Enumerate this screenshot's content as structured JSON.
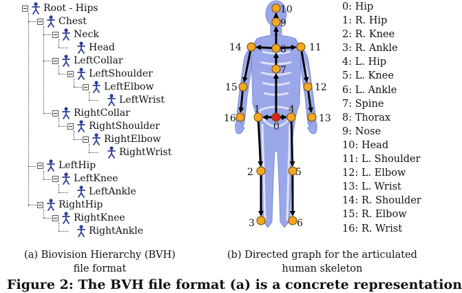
{
  "tree": [
    {
      "id": "root",
      "label": "Root - Hips",
      "level": 0,
      "box": true
    },
    {
      "id": "chest",
      "label": "Chest",
      "level": 1,
      "box": true
    },
    {
      "id": "neck",
      "label": "Neck",
      "level": 2,
      "box": true
    },
    {
      "id": "head",
      "label": "Head",
      "level": 3,
      "box": false
    },
    {
      "id": "leftcollar",
      "label": "LeftCollar",
      "level": 2,
      "box": true
    },
    {
      "id": "leftshoulder",
      "label": "LeftShoulder",
      "level": 3,
      "box": true
    },
    {
      "id": "leftelbow",
      "label": "LeftElbow",
      "level": 4,
      "box": true
    },
    {
      "id": "leftwrist",
      "label": "LeftWrist",
      "level": 5,
      "box": false
    },
    {
      "id": "rightcollar",
      "label": "RightCollar",
      "level": 2,
      "box": true
    },
    {
      "id": "rightshoulder",
      "label": "RightShoulder",
      "level": 3,
      "box": true
    },
    {
      "id": "rightelbow",
      "label": "RightElbow",
      "level": 4,
      "box": true
    },
    {
      "id": "rightwrist",
      "label": "RightWrist",
      "level": 5,
      "box": false
    },
    {
      "id": "lefthip",
      "label": "LeftHip",
      "level": 1,
      "box": true
    },
    {
      "id": "leftknee",
      "label": "LeftKnee",
      "level": 2,
      "box": true
    },
    {
      "id": "leftankle",
      "label": "LeftAnkle",
      "level": 3,
      "box": false
    },
    {
      "id": "righthip",
      "label": "RightHip",
      "level": 1,
      "box": true
    },
    {
      "id": "rightknee",
      "label": "RightKnee",
      "level": 2,
      "box": true
    },
    {
      "id": "rightankle",
      "label": "RightAnkle",
      "level": 3,
      "box": false
    }
  ],
  "joints": [
    "0: Hip",
    "1: R. Hip",
    "2: R. Knee",
    "3: R. Ankle",
    "4: L. Hip",
    "5: L. Knee",
    "6: L. Ankle",
    "7: Spine",
    "8: Thorax",
    "9: Nose",
    "10: Head",
    "11: L. Shoulder",
    "12: L. Elbow",
    "13: L. Wrist",
    "14: R. Shoulder",
    "15: R. Elbow",
    "16: R. Wrist"
  ],
  "skeleton_labels": {
    "0": "0",
    "1": "1",
    "2": "2",
    "3": "3",
    "4": "4",
    "5": "5",
    "6": "6",
    "7": "7",
    "8": "8",
    "9": "9",
    "10": "10",
    "11": "11",
    "12": "12",
    "13": "13",
    "14": "14",
    "15": "15",
    "16": "16"
  },
  "captions": {
    "a_line1": "(a) Biovision Hierarchy (BVH)",
    "a_line2": "file format",
    "b_line1": "(b) Directed graph for the articulated",
    "b_line2": "human skeleton"
  },
  "figure_caption": "Figure 2: The BVH file format (a) is a concrete representation",
  "colors": {
    "joint": "#f5a623",
    "root_joint": "#e0201b",
    "body": "#9aa7e8",
    "edge": "#000000",
    "figure_icon": "#2d3d9a"
  }
}
